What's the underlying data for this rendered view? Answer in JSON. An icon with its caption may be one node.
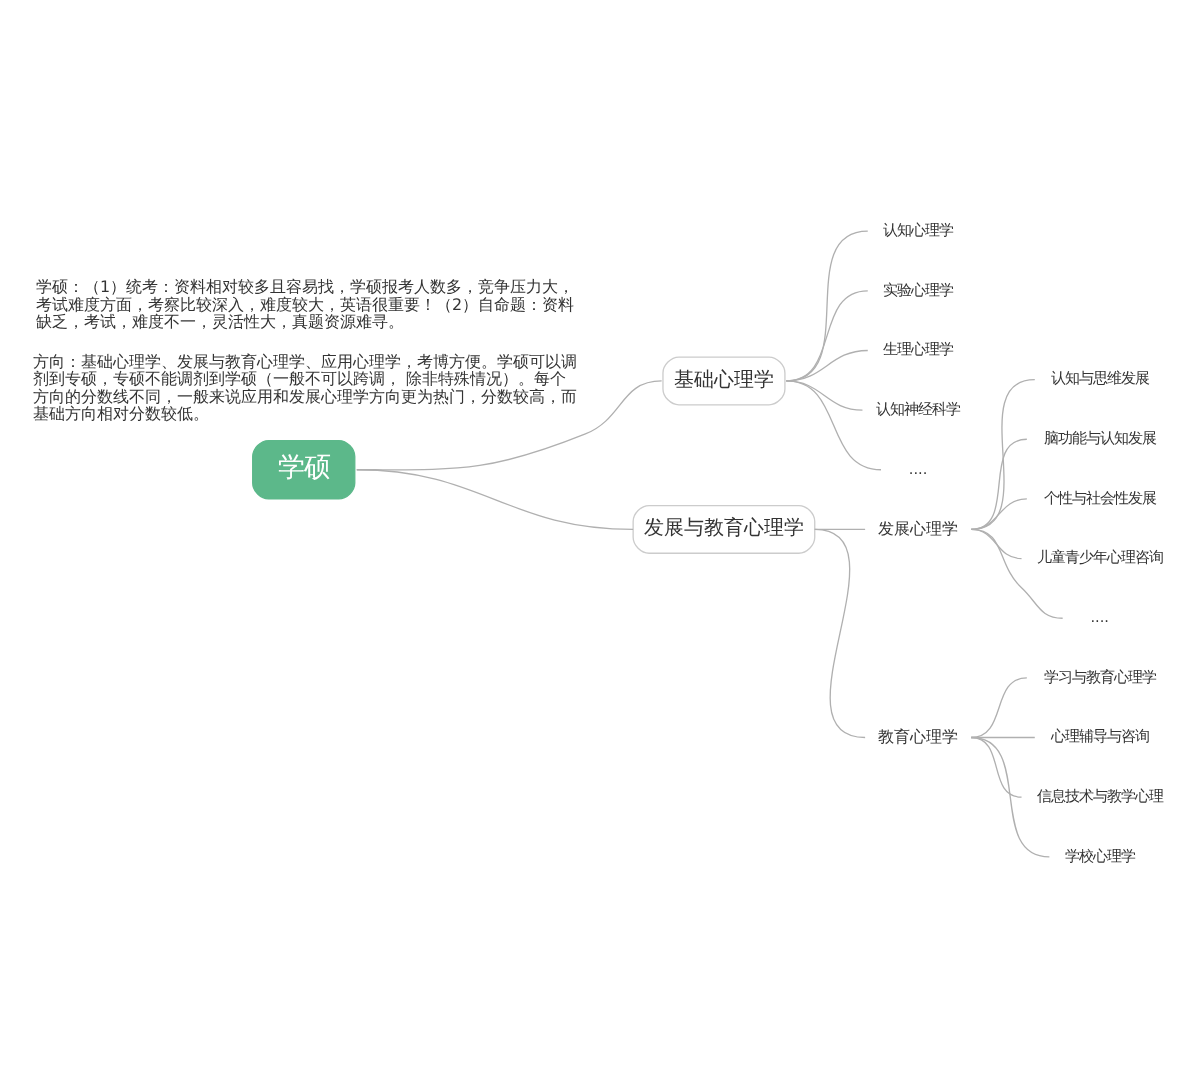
{
  "diagram": {
    "nodes": [
      {
        "text": [
          "学硕"
        ]
      },
      {
        "text": [
          "基础心理学"
        ]
      },
      {
        "text": [
          "认知心理学"
        ]
      },
      {
        "text": [
          "实验心理学"
        ]
      },
      {
        "text": [
          "生理心理学"
        ]
      },
      {
        "text": [
          "认知神经科学"
        ]
      },
      {
        "text": [
          "...."
        ]
      },
      {
        "text": [
          "发展与教育心理学"
        ]
      },
      {
        "text": [
          "发展心理学"
        ]
      },
      {
        "text": [
          "认知与思维发展"
        ]
      },
      {
        "text": [
          "脑功能与认知发展"
        ]
      },
      {
        "text": [
          "个性与社会性发展"
        ]
      },
      {
        "text": [
          "儿童青少年心理咨询"
        ]
      },
      {
        "text": [
          "...."
        ]
      },
      {
        "text": [
          "教育心理学"
        ]
      },
      {
        "text": [
          "学习与教育心理学"
        ]
      },
      {
        "text": [
          "心理辅导与咨询"
        ]
      },
      {
        "text": [
          "信息技术与教学心理"
        ]
      },
      {
        "text": [
          "学校心理学"
        ]
      }
    ],
    "edges": [
      {
        "from": 0,
        "to": 1,
        "arrow": "none"
      },
      {
        "from": 1,
        "to": 2,
        "arrow": "none"
      },
      {
        "from": 1,
        "to": 3,
        "arrow": "none"
      },
      {
        "from": 1,
        "to": 4,
        "arrow": "none"
      },
      {
        "from": 1,
        "to": 5,
        "arrow": "none"
      },
      {
        "from": 1,
        "to": 6,
        "arrow": "none"
      },
      {
        "from": 0,
        "to": 7,
        "arrow": "none"
      },
      {
        "from": 7,
        "to": 8,
        "arrow": "none"
      },
      {
        "from": 8,
        "to": 9,
        "arrow": "none"
      },
      {
        "from": 8,
        "to": 10,
        "arrow": "none"
      },
      {
        "from": 8,
        "to": 11,
        "arrow": "none"
      },
      {
        "from": 8,
        "to": 12,
        "arrow": "none"
      },
      {
        "from": 8,
        "to": 13,
        "arrow": "none"
      },
      {
        "from": 7,
        "to": 14,
        "arrow": "none"
      },
      {
        "from": 14,
        "to": 15,
        "arrow": "none"
      },
      {
        "from": 14,
        "to": 16,
        "arrow": "none"
      },
      {
        "from": 14,
        "to": 17,
        "arrow": "none"
      },
      {
        "from": 14,
        "to": 18,
        "arrow": "none"
      }
    ],
    "labels": [
      "学硕：（1）统考：资料相对较多且容易找，学硕报考人数多，竞争压力大，考试难度方面，考察比较深入，难度较大，英语很重要！（2）自命题：资料缺乏，考试，难度不一，灵活性大，真题资源难寻。",
      "方向：基础心理学、发展与教育心理学、应用心理学，考博方便。学硕可以调剂到专硕，专硕不能调剂到学硕（一般不可以跨调， 除非特殊情况）。每个方向的分数线不同，一般来说应用和发展心理学方向更为热门，分数较高，而基础方向相对分数较低。"
    ]
  }
}
